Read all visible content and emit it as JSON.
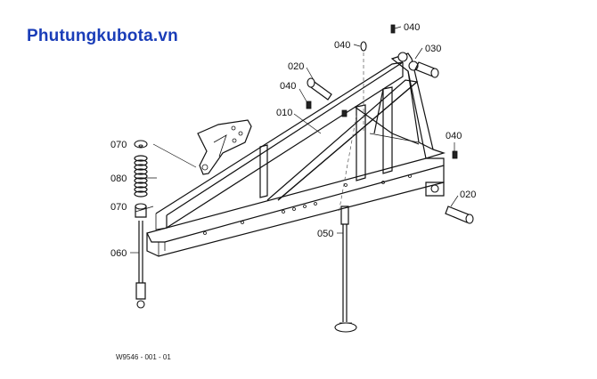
{
  "brand": {
    "text": "Phutungkubota.vn",
    "color": "#1a3db8"
  },
  "drawing_code": "W9546 - 001 - 01",
  "callouts": {
    "c040_top": "040",
    "c040_left": "040",
    "c030": "030",
    "c020_top": "020",
    "c040_mid": "040",
    "c010": "010",
    "c070_top": "070",
    "c040_right": "040",
    "c080": "080",
    "c070_bottom": "070",
    "c020_right": "020",
    "c050": "050",
    "c060": "060"
  }
}
